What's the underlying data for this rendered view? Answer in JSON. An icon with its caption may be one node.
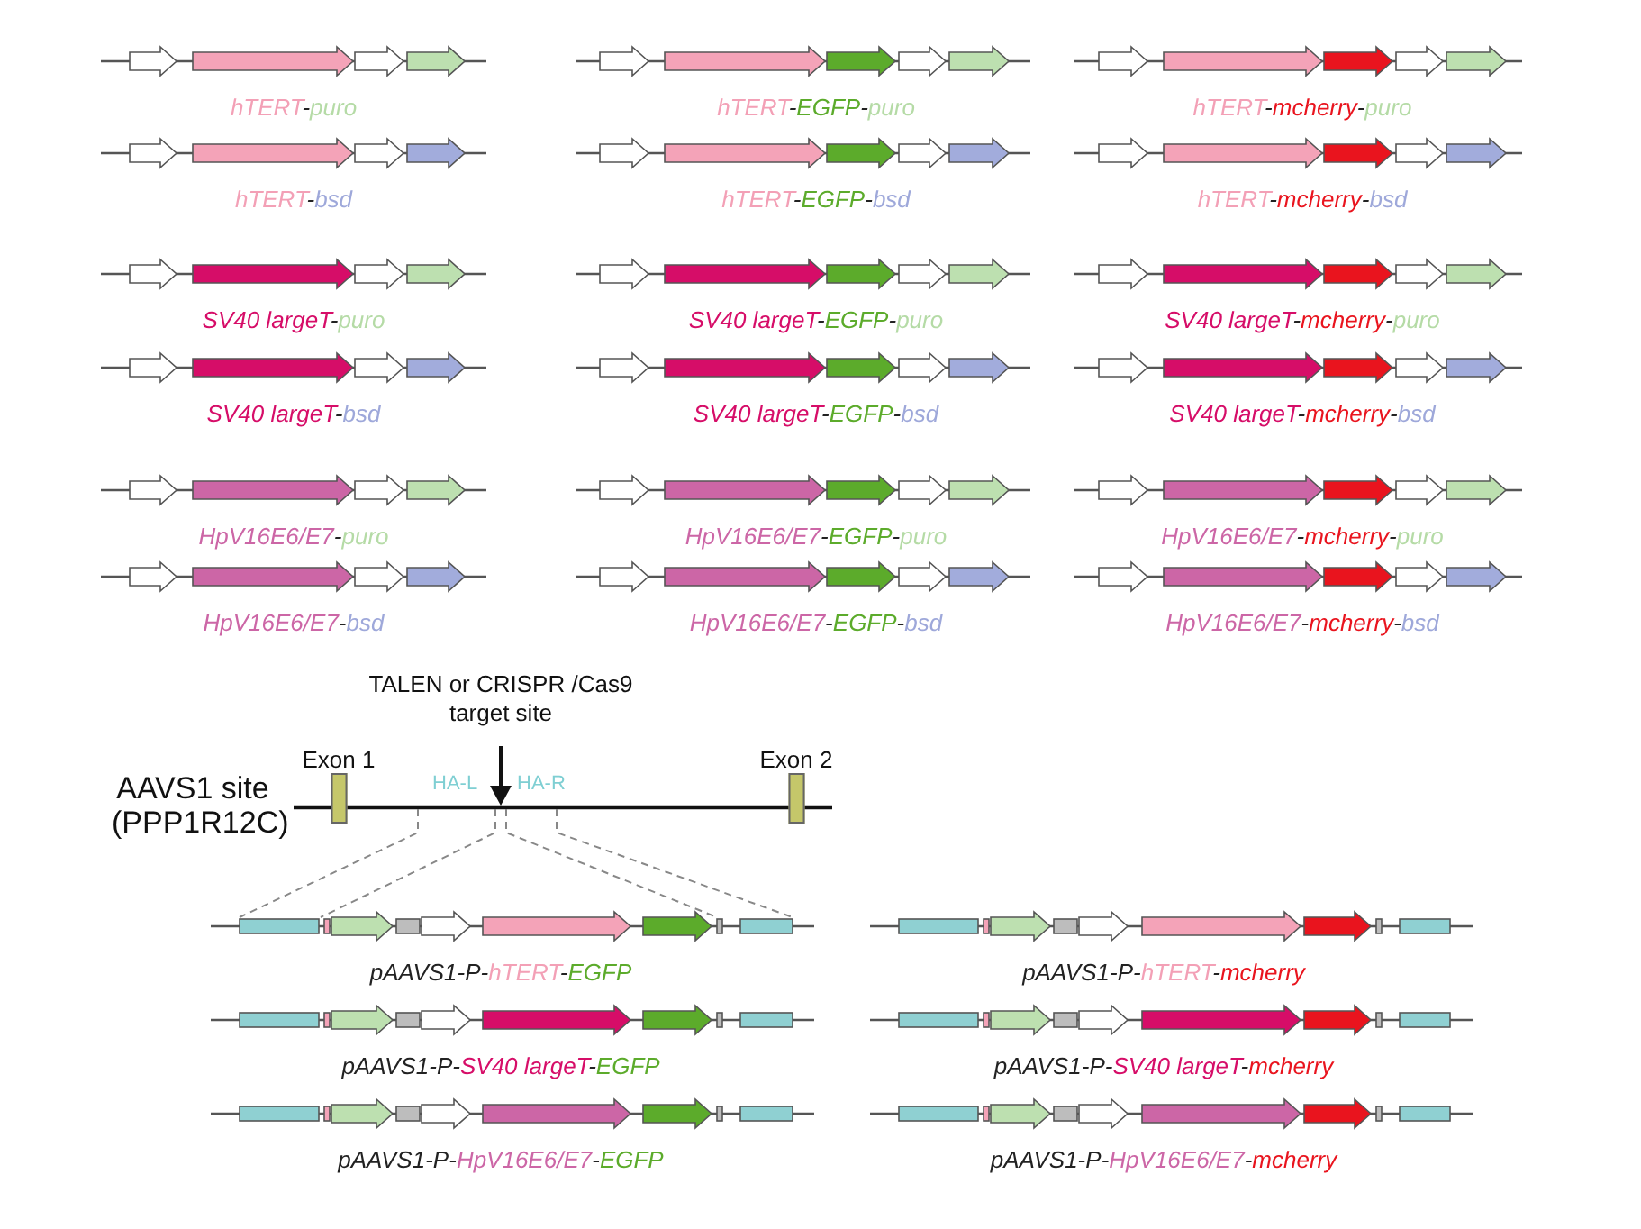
{
  "diagram": {
    "nodes": [
      {
        "text": [
          "Exon 1"
        ]
      },
      {
        "text": [
          "Exon 2"
        ]
      }
    ],
    "labels": [
      "hTERT-puro",
      "hTERT-EGFP-puro",
      "hTERT-mcherry-puro",
      "hTERT-bsd",
      "hTERT-EGFP-bsd",
      "hTERT-mcherry-bsd",
      "SV40 largeT-puro",
      "SV40 largeT-EGFP-puro",
      "SV40 largeT-mcherry-puro",
      "SV40 largeT-bsd",
      "SV40 largeT-EGFP-bsd",
      "SV40 largeT-mcherry-bsd",
      "HpV16E6/E7-puro",
      "HpV16E6/E7-EGFP-puro",
      "HpV16E6/E7-mcherry-puro",
      "HpV16E6/E7-bsd",
      "HpV16E6/E7-EGFP-bsd",
      "HpV16E6/E7-mcherry-bsd",
      "TALEN or CRISPR /Cas9 target site",
      "AAVS1 site (PPP1R12C)",
      "HA-L",
      "HA-R",
      "pAAVS1-P-hTERT-EGFP",
      "pAAVS1-P-hTERT-mcherry",
      "pAAVS1-P-SV40 largeT-EGFP",
      "pAAVS1-P-SV40 largeT-mcherry",
      "pAAVS1-P-HpV16E6/E7-EGFP",
      "pAAVS1-P-HpV16E6/E7-mcherry"
    ]
  }
}
